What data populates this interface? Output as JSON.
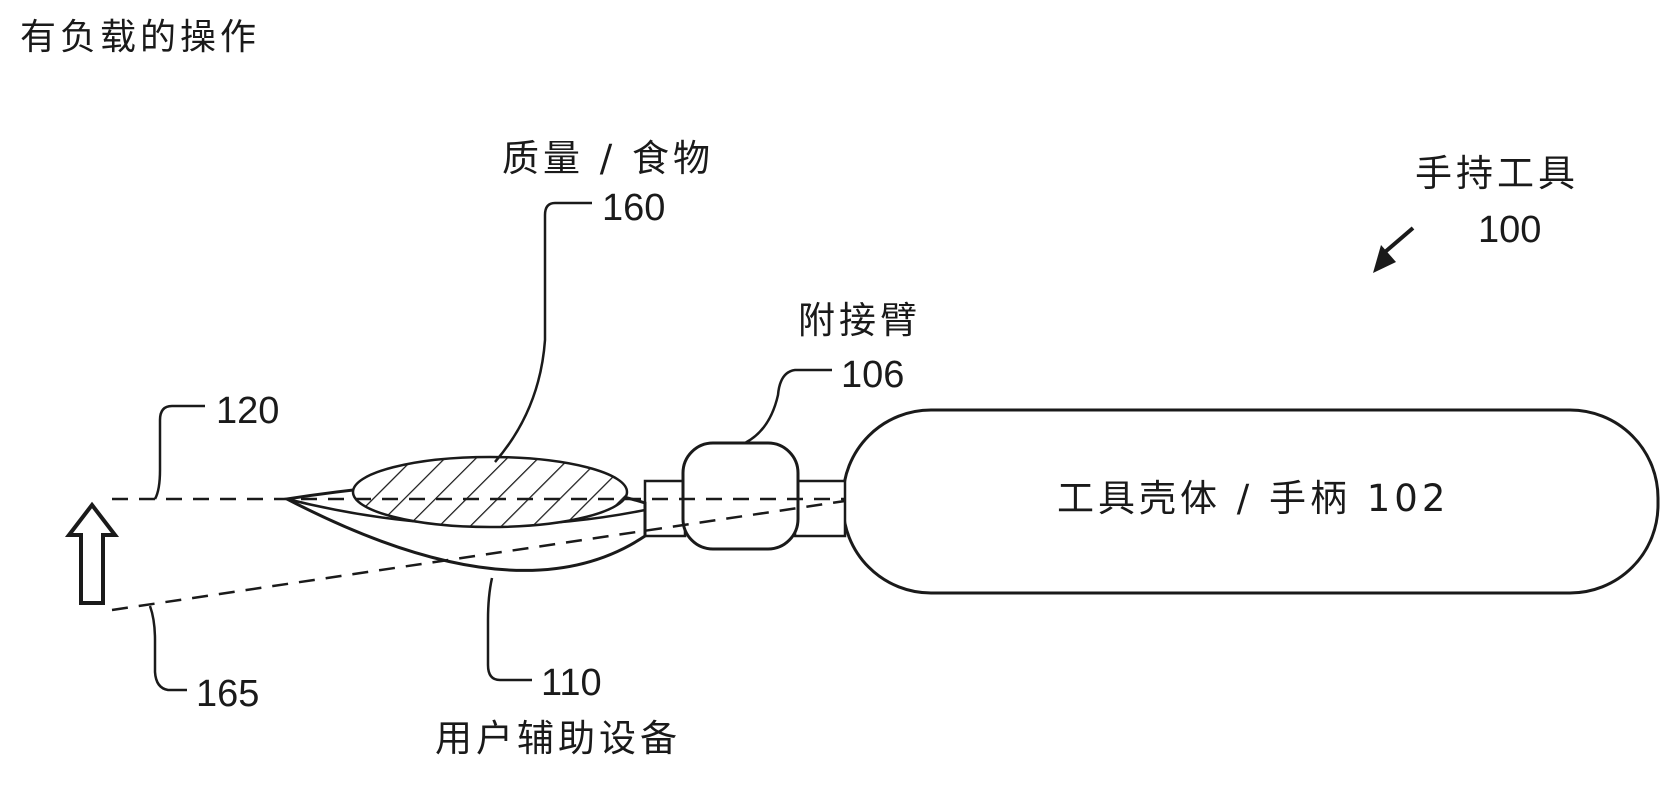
{
  "title": "有负载的操作",
  "labels": {
    "mass_food": "质量 / 食物",
    "mass_ref": "160",
    "handheld_tool": "手持工具",
    "handheld_tool_ref": "100",
    "attachment_arm": "附接臂",
    "attachment_arm_ref": "106",
    "vector_120_ref": "120",
    "tool_body_handle": "工具壳体 / 手柄 102",
    "vector_165_ref": "165",
    "user_assist_ref": "110",
    "user_assist_device": "用户辅助设备"
  },
  "style": {
    "stroke": "#1a1a1a",
    "background": "#ffffff"
  }
}
